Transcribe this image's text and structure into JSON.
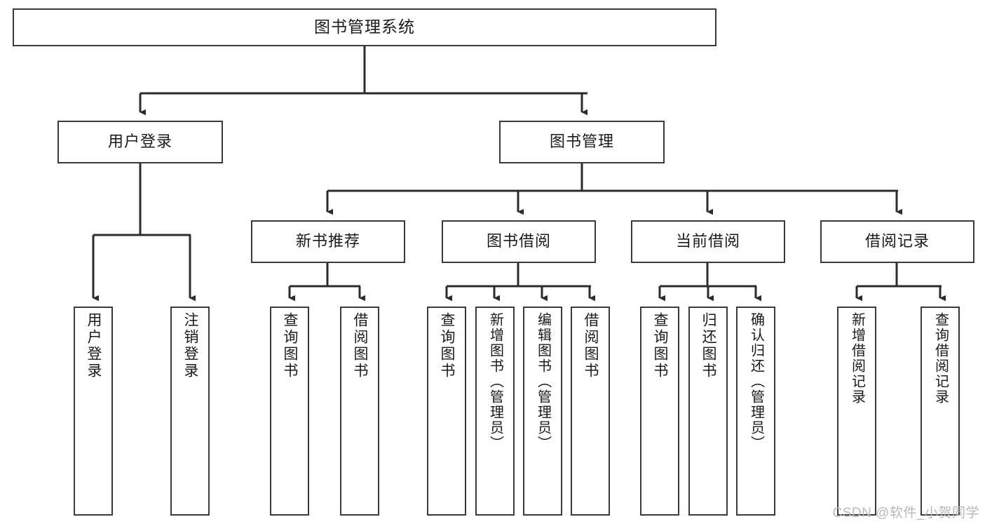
{
  "diagram": {
    "title": "图书管理系统",
    "type": "tree",
    "orientation": "top-down",
    "watermark": "CSDN @软件_小贺同学",
    "colors": {
      "node_border": "#3a3a3a",
      "node_fill": "#ffffff",
      "edge": "#2b2b2b",
      "text": "#1a1a1a",
      "watermark": "#b9b9b9",
      "background": "#ffffff"
    },
    "nodes": {
      "root": {
        "id": "root",
        "label": "图书管理系统",
        "level": 0
      },
      "level1": [
        {
          "id": "user-login",
          "label": "用户登录",
          "level": 1
        },
        {
          "id": "book-manage",
          "label": "图书管理",
          "level": 1
        }
      ],
      "level2": [
        {
          "id": "new-book-recommend",
          "label": "新书推荐",
          "level": 2,
          "parent": "book-manage"
        },
        {
          "id": "book-borrow",
          "label": "图书借阅",
          "level": 2,
          "parent": "book-manage"
        },
        {
          "id": "current-borrow",
          "label": "当前借阅",
          "level": 2,
          "parent": "book-manage"
        },
        {
          "id": "borrow-record",
          "label": "借阅记录",
          "level": 2,
          "parent": "book-manage"
        }
      ],
      "leaves": [
        {
          "id": "leaf-user-login",
          "label": "用户登录",
          "parent": "user-login"
        },
        {
          "id": "leaf-logout-login",
          "label": "注销登录",
          "parent": "user-login"
        },
        {
          "id": "leaf-query-book-1",
          "label": "查询图书",
          "parent": "new-book-recommend"
        },
        {
          "id": "leaf-borrow-book-1",
          "label": "借阅图书",
          "parent": "new-book-recommend"
        },
        {
          "id": "leaf-query-book-2",
          "label": "查询图书",
          "parent": "book-borrow"
        },
        {
          "id": "leaf-add-book",
          "label": "新增图书（管理员）",
          "parent": "book-borrow"
        },
        {
          "id": "leaf-edit-book",
          "label": "编辑图书（管理员）",
          "parent": "book-borrow"
        },
        {
          "id": "leaf-borrow-book-2",
          "label": "借阅图书",
          "parent": "book-borrow"
        },
        {
          "id": "leaf-query-book-3",
          "label": "查询图书",
          "parent": "current-borrow"
        },
        {
          "id": "leaf-return-book",
          "label": "归还图书",
          "parent": "current-borrow"
        },
        {
          "id": "leaf-confirm-return",
          "label": "确认归还（管理员）",
          "parent": "current-borrow"
        },
        {
          "id": "leaf-add-record",
          "label": "新增借阅记录",
          "parent": "borrow-record"
        },
        {
          "id": "leaf-query-record",
          "label": "查询借阅记录",
          "parent": "borrow-record"
        }
      ]
    }
  }
}
